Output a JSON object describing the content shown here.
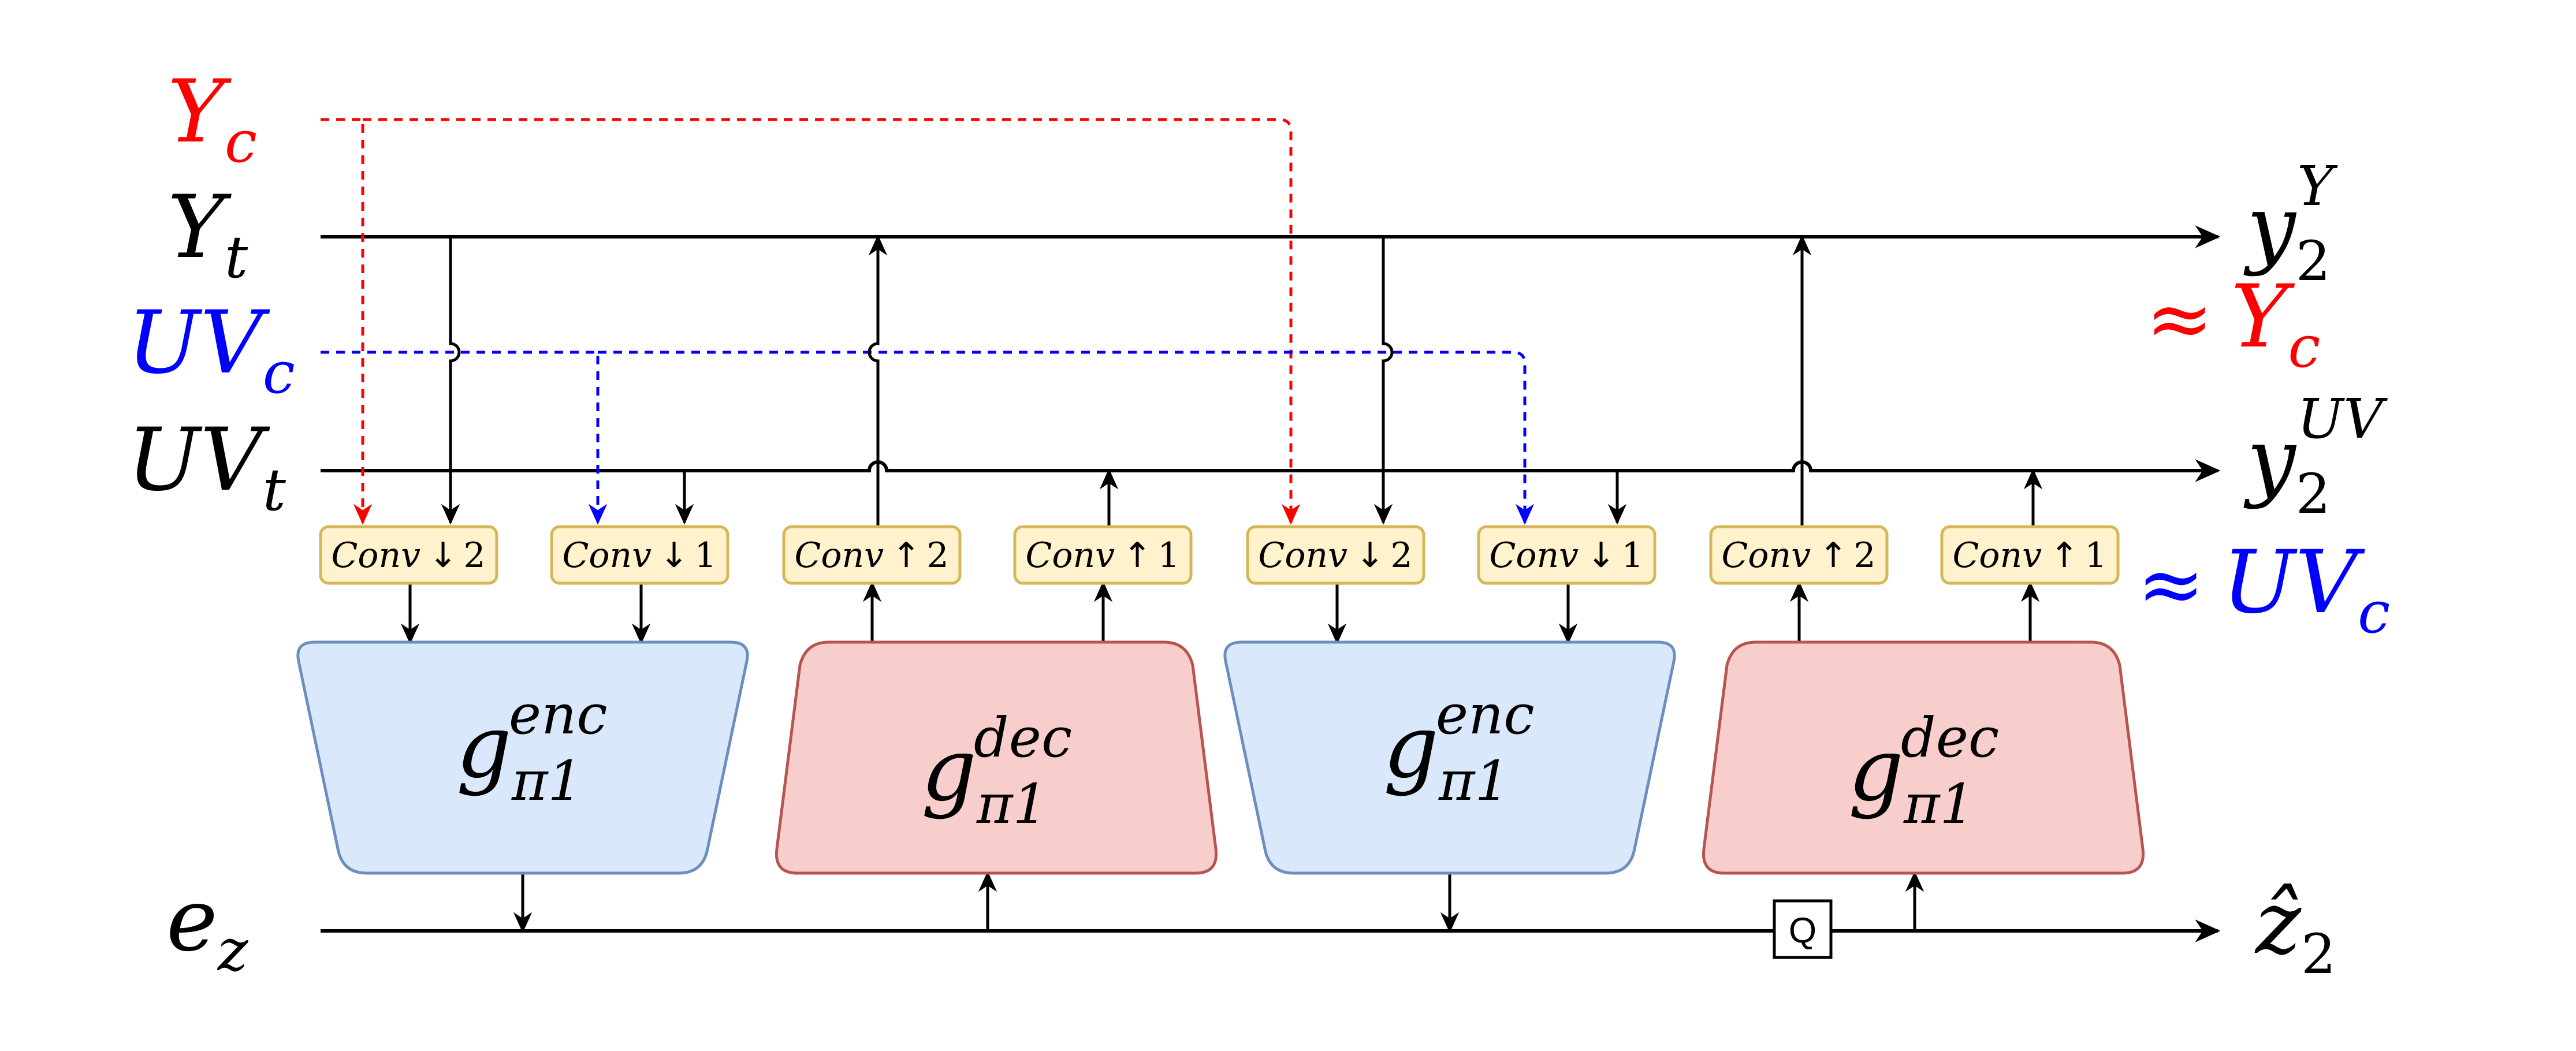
{
  "colors": {
    "y_c": "#ff0000",
    "uv_c": "#0000ff",
    "line": "#000000",
    "conv_fill": "#fff2cc",
    "conv_stroke": "#d6b656",
    "enc_fill": "#dae8fc",
    "enc_stroke": "#6c8ebf",
    "dec_fill": "#f8cecc",
    "dec_stroke": "#b85450"
  },
  "inputs": {
    "y_c": {
      "base": "Y",
      "sub": "c"
    },
    "y_t": {
      "base": "Y",
      "sub": "t"
    },
    "uv_c": {
      "base": "UV",
      "sub": "c"
    },
    "uv_t": {
      "base": "UV",
      "sub": "t"
    },
    "e_z": {
      "base": "e",
      "sub": "z"
    }
  },
  "outputs": {
    "y2y": {
      "base": "y",
      "sub": "2",
      "sup": "Y"
    },
    "approx_yc": {
      "symbol": "≈",
      "base": "Y",
      "sub": "c"
    },
    "y2uv": {
      "base": "y",
      "sub": "2",
      "sup": "UV"
    },
    "approx_uvc": {
      "symbol": "≈",
      "base": "UV",
      "sub": "c"
    },
    "z2hat": {
      "base": "ẑ",
      "sub": "2"
    }
  },
  "conv_blocks": [
    {
      "name": "Conv",
      "arrow": "↓",
      "factor": "2"
    },
    {
      "name": "Conv",
      "arrow": "↓",
      "factor": "1"
    },
    {
      "name": "Conv",
      "arrow": "↑",
      "factor": "2"
    },
    {
      "name": "Conv",
      "arrow": "↑",
      "factor": "1"
    },
    {
      "name": "Conv",
      "arrow": "↓",
      "factor": "2"
    },
    {
      "name": "Conv",
      "arrow": "↓",
      "factor": "1"
    },
    {
      "name": "Conv",
      "arrow": "↑",
      "factor": "2"
    },
    {
      "name": "Conv",
      "arrow": "↑",
      "factor": "1"
    }
  ],
  "networks": [
    {
      "kind": "enc",
      "base": "g",
      "sub": "π1",
      "sup": "enc"
    },
    {
      "kind": "dec",
      "base": "g",
      "sub": "π1",
      "sup": "dec"
    },
    {
      "kind": "enc",
      "base": "g",
      "sub": "π1",
      "sup": "enc"
    },
    {
      "kind": "dec",
      "base": "g",
      "sub": "π1",
      "sup": "dec"
    }
  ],
  "quantizer": {
    "label": "Q"
  }
}
